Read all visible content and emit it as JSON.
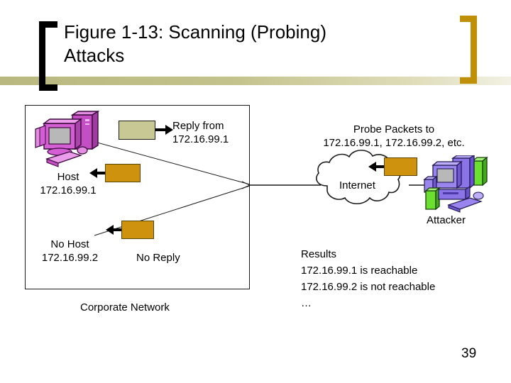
{
  "slide": {
    "title": "Figure 1-13: Scanning (Probing)\nAttacks",
    "page_number": "39",
    "accent_band_color": "#c3c28c",
    "bracket_left_color": "#000000",
    "bracket_right_color": "#bf8f08"
  },
  "corporate_network": {
    "label": "Corporate Network",
    "host": {
      "label": "Host\n172.16.99.1",
      "icon": "desktop-computer-magenta"
    },
    "no_host": {
      "label": "No Host\n172.16.99.2"
    },
    "no_reply_label": "No Reply",
    "reply_label": "Reply from\n172.16.99.1",
    "packets": {
      "reply_color": "#c8c894",
      "probe_color": "#cf920e"
    }
  },
  "internet": {
    "label": "Internet",
    "probe_label": "Probe Packets to\n172.16.99.1, 172.16.99.2, etc."
  },
  "attacker": {
    "label": "Attacker",
    "icon": "desktop-computer-purple",
    "results": "Results\n172.16.99.1 is reachable\n172.16.99.2 is not reachable\n…"
  }
}
